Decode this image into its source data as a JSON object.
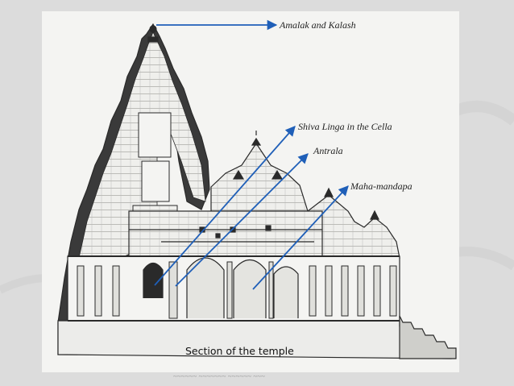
{
  "diagram": {
    "caption": "Section of the temple",
    "labels": {
      "amalak": "Amalak and Kalash",
      "shiva": "Shiva Linga in the Cella",
      "antrala": "Antrala",
      "maha": "Maha-mandapa"
    },
    "arrow_color": "#1f5fb8",
    "drawing_color": "#2a2a2a",
    "panel_color": "#f4f4f2",
    "slide_background": "#dcdcdc"
  }
}
